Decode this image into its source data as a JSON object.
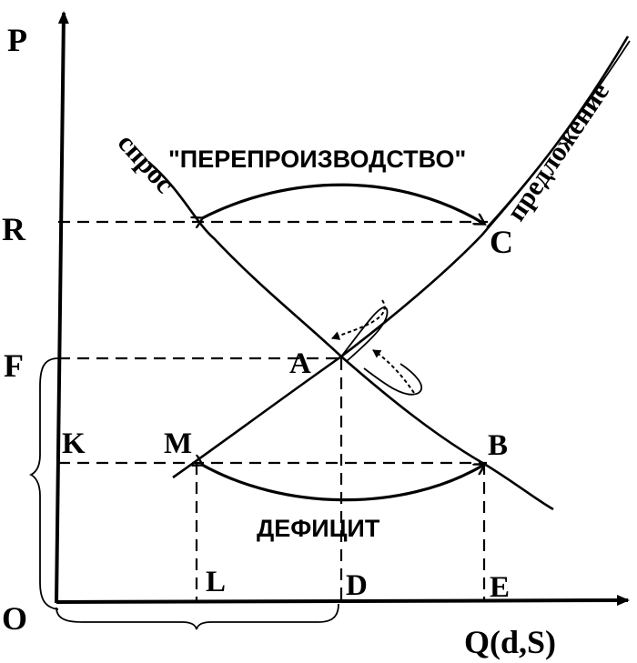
{
  "axes": {
    "y_label": "P",
    "x_label": "Q(d,S)",
    "origin_label": "O"
  },
  "price_labels": {
    "r": "R",
    "f": "F",
    "k": "K"
  },
  "quantity_labels": {
    "l": "L",
    "d": "D",
    "e": "E"
  },
  "points": {
    "a": "A",
    "b": "B",
    "c": "C",
    "m": "M"
  },
  "curves": {
    "demand": "спрос",
    "supply": "предложение"
  },
  "annotations": {
    "overproduction": "\"ПЕРЕПРОИЗВОДСТВО\"",
    "deficit": "ДЕФИЦИТ"
  }
}
